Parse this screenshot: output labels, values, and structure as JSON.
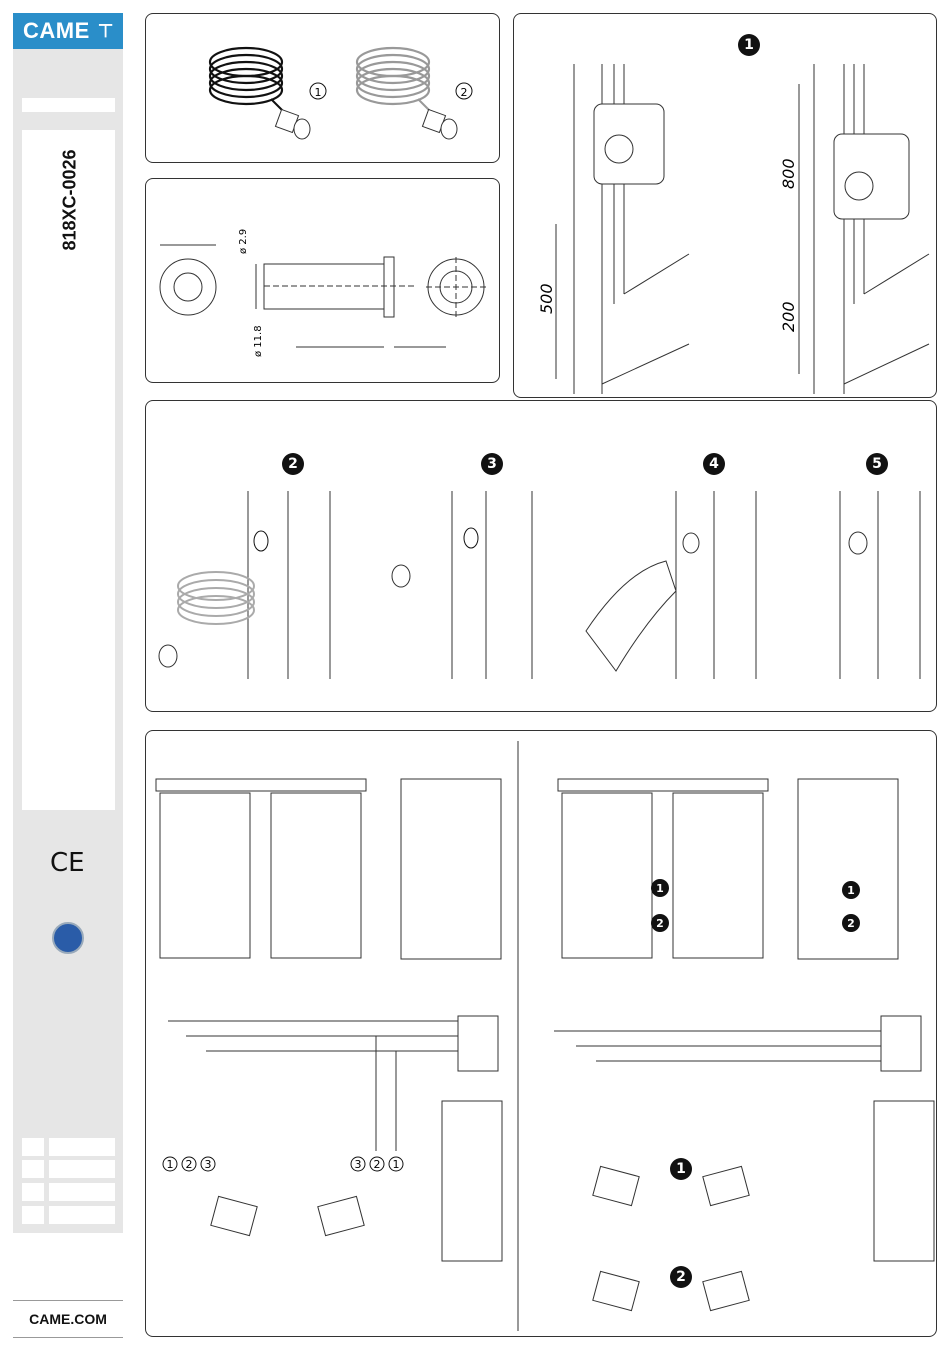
{
  "brand": {
    "logo_text": "CAME",
    "website": "CAME.COM"
  },
  "document": {
    "code": "818XC-0026",
    "ce_mark": "CE"
  },
  "dimensions": {
    "diam_small": "ø 2.9",
    "diam_large": "ø 11.8"
  },
  "heights": {
    "h500": "500",
    "h800": "800",
    "h200": "200"
  },
  "steps": {
    "s1": "1",
    "s2": "2",
    "s3": "3",
    "s4": "4",
    "s5": "5"
  },
  "sensor_labels": {
    "one": "1",
    "two": "2"
  },
  "wire_labels": {
    "w1": "1",
    "w2": "2",
    "w3": "3"
  }
}
